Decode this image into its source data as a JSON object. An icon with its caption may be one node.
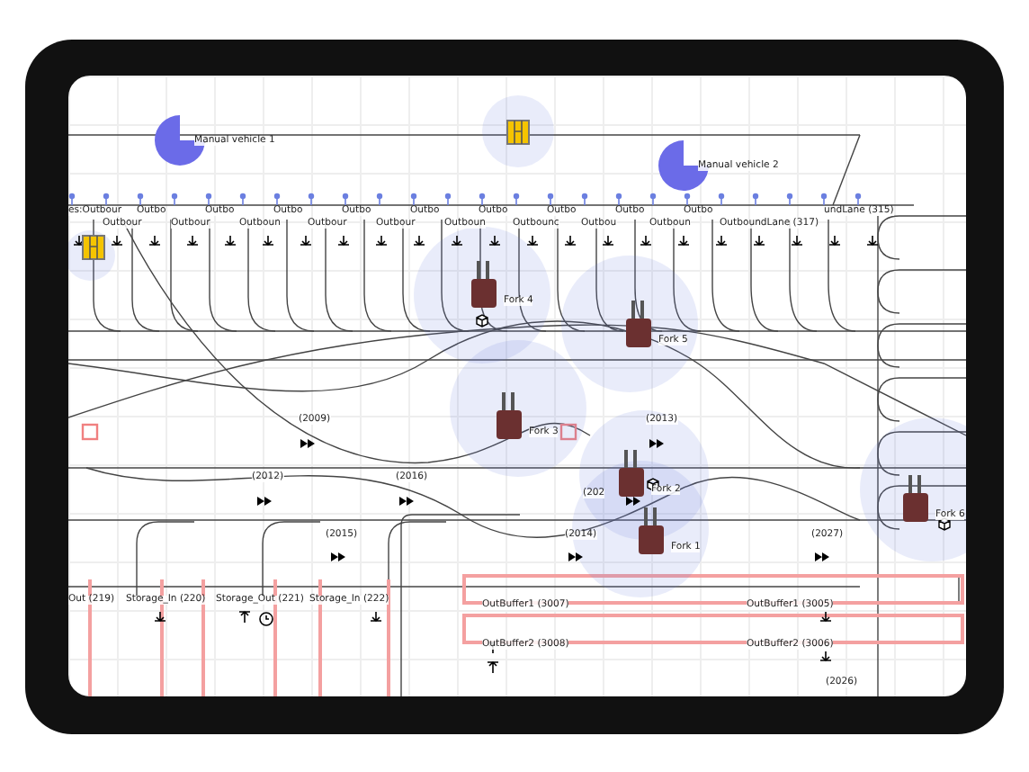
{
  "diagram": {
    "nodes": [
      {
        "text": [
          "Manual vehicle 1"
        ]
      },
      {
        "text": [],
        "shape": "box"
      },
      {
        "text": [
          "Manual vehicle 2"
        ]
      },
      {
        "text": [],
        "shape": "box"
      },
      {
        "text": [
          "Fork 4"
        ]
      },
      {
        "text": [
          "Fork 5"
        ]
      },
      {
        "text": [
          "Fork 3"
        ]
      },
      {
        "text": [
          "Fork 2"
        ]
      },
      {
        "text": [
          "Fork 1"
        ]
      },
      {
        "text": [
          "Fork 6"
        ]
      }
    ],
    "labels": [
      "es:Outbour",
      "Outbour",
      "Outbo",
      "Outbour",
      "Outbo",
      "Outboun",
      "Outbo",
      "Outbour",
      "Outbo",
      "Outbour",
      "Outbo",
      "Outboun",
      "Outbo",
      "Outbounc",
      "Outbo",
      "Outbou",
      "Outbo",
      "Outboun",
      "Outbo",
      "OutboundLane (317)",
      "undLane (315)",
      "(2009)",
      "(2012)",
      "(2016)",
      "(2015)",
      "(2013)",
      "(202",
      "(2014)",
      "(2027)",
      "(2026)",
      "Out (219)",
      "Storage_In (220)",
      "Storage_Out (221)",
      "Storage_In (222)",
      "OutBuffer1 (3007)",
      "OutBuffer1 (3005)",
      "OutBuffer2 (3008)",
      "OutBuffer2 (3006)"
    ]
  }
}
